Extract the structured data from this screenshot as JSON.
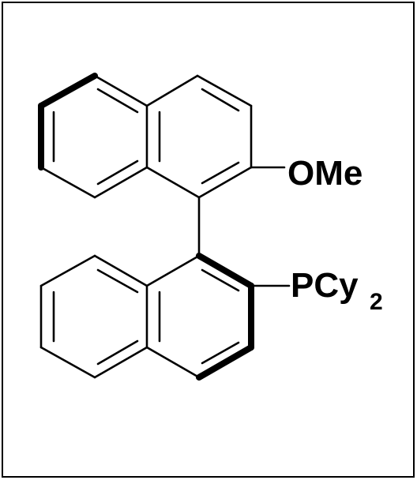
{
  "structure": {
    "substituent_top": "OMe",
    "substituent_bottom": "PCy",
    "substituent_bottom_subscript": "2"
  }
}
